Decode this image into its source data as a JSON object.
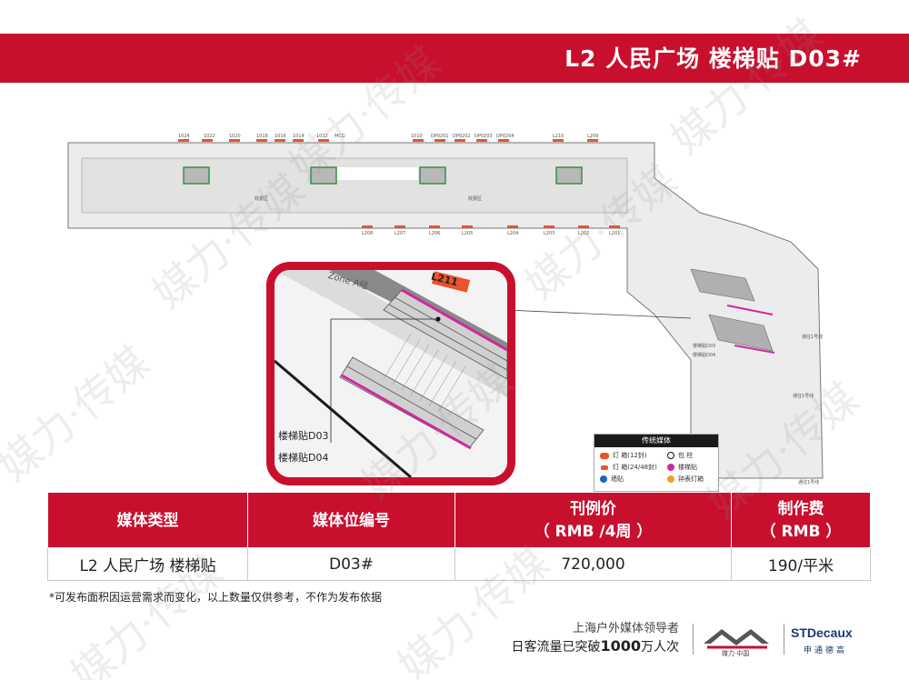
{
  "header": {
    "title": "L2 人民广场 楼梯贴 D03#"
  },
  "map": {
    "top_codes": [
      "1024",
      "1022",
      "1020",
      "1018",
      "1016",
      "1014",
      "1012",
      "MCG",
      "1010",
      "DP0201",
      "DP0202",
      "DP0203",
      "DP0204",
      "L210",
      "L209"
    ],
    "bottom_codes": [
      "L208",
      "L207",
      "L206",
      "L205",
      "L204",
      "L203",
      "L202",
      "L201"
    ],
    "fare_zone_label": "收费区",
    "callout_code": "L211",
    "callout_zone": "Zone A组",
    "callout_labels": [
      "楼梯贴D03",
      "楼梯贴D04"
    ],
    "label_stair_d03": "楼梯贴D03",
    "label_stair_d04": "楼梯贴D04",
    "exit_label": "通往1号线"
  },
  "legend": {
    "title": "传统媒体",
    "items": [
      {
        "label": "灯 箱(12封)",
        "icon": "lightbox-icon"
      },
      {
        "label": "包 柱",
        "icon": "pillar-icon"
      },
      {
        "label": "灯 箱(24/48封)",
        "icon": "lightbox-large-icon"
      },
      {
        "label": "楼梯贴",
        "icon": "stair-sticker-icon"
      },
      {
        "label": "墙贴",
        "icon": "wall-sticker-icon"
      },
      {
        "label": "钟表灯箱",
        "icon": "clock-lightbox-icon"
      }
    ]
  },
  "table": {
    "headers": [
      {
        "line1": "媒体类型",
        "line2": ""
      },
      {
        "line1": "媒体位编号",
        "line2": ""
      },
      {
        "line1": "刊例价",
        "line2": "（ RMB /4周 ）"
      },
      {
        "line1": "制作费",
        "line2": "（ RMB ）"
      }
    ],
    "rows": [
      [
        "L2 人民广场 楼梯贴",
        "D03#",
        "720,000",
        "190/平米"
      ]
    ]
  },
  "footnote": "*可发布面积因运营需求而变化，以上数量仅供参考，不作为发布依据",
  "footer": {
    "slogan_line1": "上海户外媒体领导者",
    "slogan_line2_prefix": "日客流量已突破",
    "slogan_line2_number": "1000",
    "slogan_line2_suffix": "万人次",
    "logo_mediacharm_text": "媒力·中国",
    "logo_stdecaux_name": "STDecaux",
    "logo_stdecaux_sub": "申通德高"
  },
  "watermark": {
    "text": "媒力·传媒"
  },
  "colors": {
    "brand_red": "#c8102e",
    "stair_sticker_magenta": "#cc2a9c",
    "lightbox_orange": "#e8552a",
    "stdecaux_blue": "#1b3a73"
  }
}
